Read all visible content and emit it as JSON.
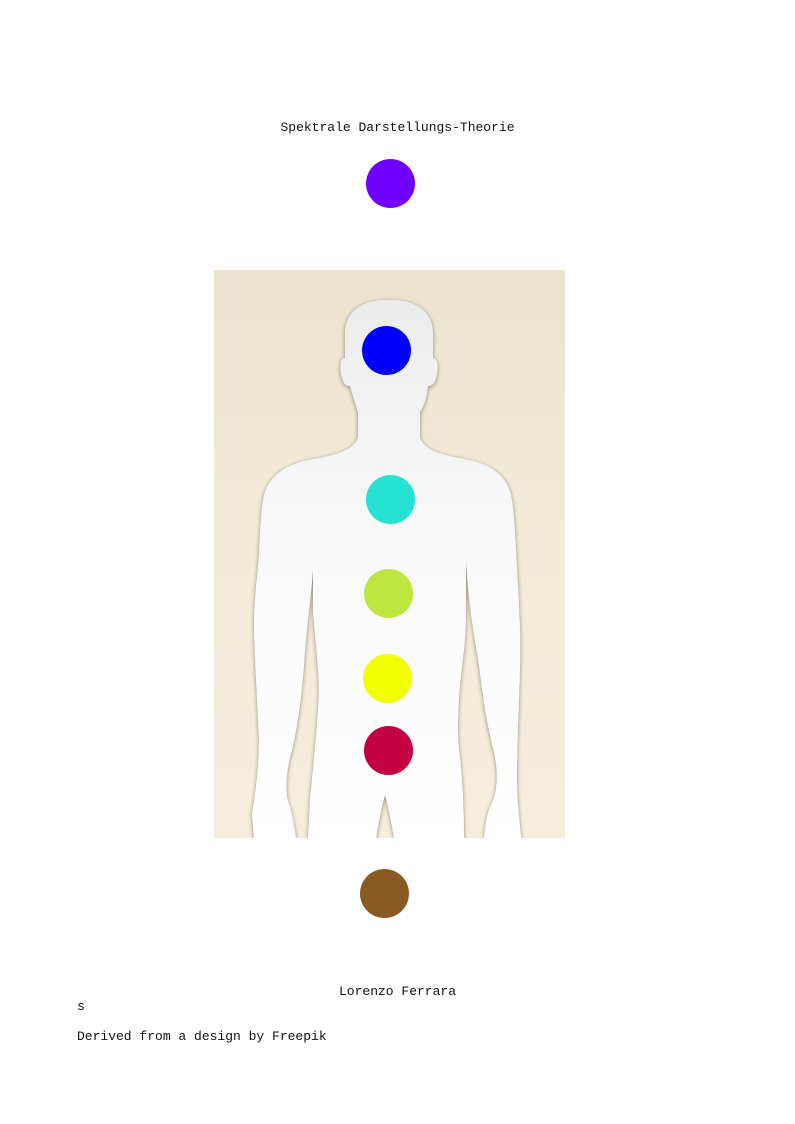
{
  "title": "Spektrale Darstellungs-Theorie",
  "figure": {
    "background_color": "#efe6d2",
    "silhouette_color": "#f7f7f7"
  },
  "spectral_points": [
    {
      "name": "violet",
      "color": "#6f00ff"
    },
    {
      "name": "blue",
      "color": "#0000ff"
    },
    {
      "name": "turquoise",
      "color": "#26e2d3"
    },
    {
      "name": "yellow-green",
      "color": "#bde63f"
    },
    {
      "name": "yellow",
      "color": "#f2ff00"
    },
    {
      "name": "crimson",
      "color": "#c20042"
    },
    {
      "name": "brown",
      "color": "#8b5a23"
    }
  ],
  "author": "Lorenzo Ferrara",
  "stray_char": "s",
  "credit": "Derived from a design by Freepik"
}
